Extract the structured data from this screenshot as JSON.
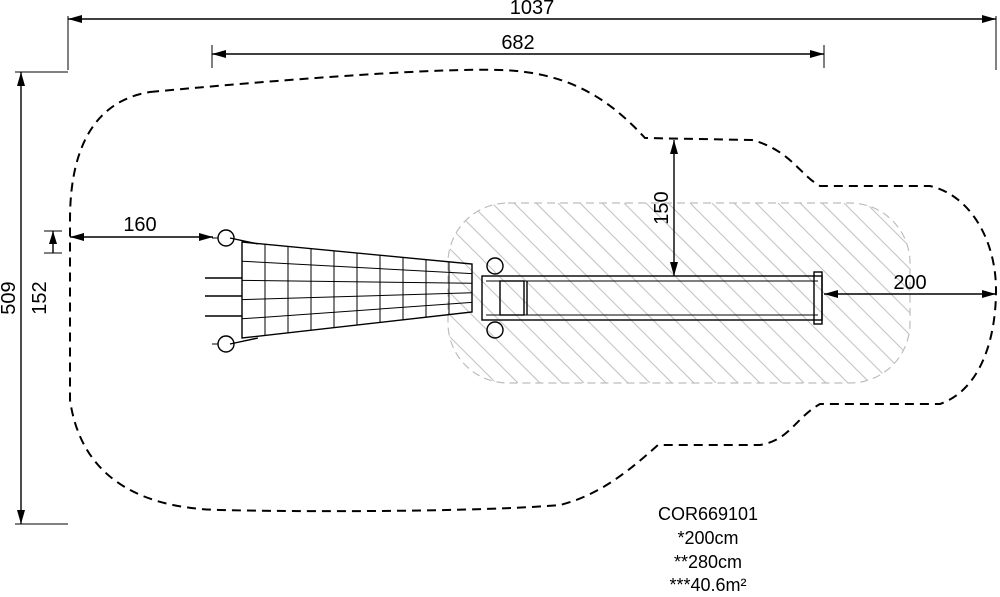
{
  "dimensions": {
    "overall_length": "1037",
    "equipment_length": "682",
    "overall_width": "509",
    "net_width": "152",
    "left_clearance": "160",
    "right_clearance": "200",
    "top_clearance": "150"
  },
  "product": {
    "code": "COR669101",
    "free_height": "*200cm",
    "fall_height": "**280cm",
    "safety_area": "***40.6m²"
  }
}
